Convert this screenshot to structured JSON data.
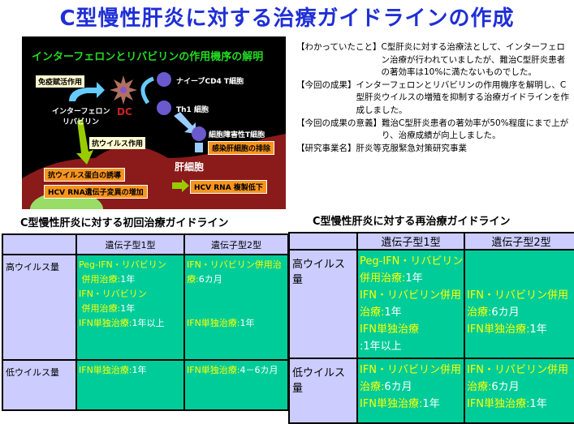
{
  "title": "C型慢性肝炎に対する治療ガイドラインの作成",
  "diagram": {
    "title": "インターフェロンとリバビリンの作用機序の解明",
    "immune": "免疫賦活作用",
    "drugs": [
      "インターフェロン",
      "リバビリン"
    ],
    "dc": "DC",
    "naive": "ナイーブCD4 T細胞",
    "th1": "Th1 細胞",
    "ctl": "細胞障害性T細胞",
    "elim": "感染肝細胞の排除",
    "antiviral": "抗ウイルス作用",
    "liver": "肝細胞",
    "protein": "抗ウイルス蛋白の誘導",
    "mutation": "HCV RNA遺伝子変異の増加",
    "decrease": "HCV RNA 複製低下",
    "colors": {
      "bg": "#000000",
      "liver": "#8b1a1a",
      "arrow": "#66ccff",
      "green_arrow": "#99cc00"
    }
  },
  "summary": [
    {
      "key": "【わかっていたこと】",
      "text": "C型肝炎に対する治療法として、インターフェロン治療が行われていましたが、難治C型肝炎患者の著効率は10%に満たないものでした。"
    },
    {
      "key": "【今回の成果】",
      "text": "インターフェロンとリバビリンの作用機序を解明し、C型肝炎ウイルスの増殖を抑制する治療ガイドラインを作成しました。"
    },
    {
      "key": "【今回の成果の意義】",
      "text": "難治C型肝炎患者の著効率が50%程度にまで上がり、治療成績が向上しました。"
    },
    {
      "key": "【研究事業名】",
      "text": "肝炎等克服緊急対策研究事業"
    }
  ],
  "initial": {
    "caption": "C型慢性肝炎に対する初回治療ガイドライン",
    "headers": [
      "遺伝子型1型",
      "遺伝子型2型"
    ],
    "rows": [
      {
        "label": "高ウイルス量",
        "cells": [
          [
            [
              [
                "Peg-IFN・リバビリン",
                ""
              ]
            ],
            [
              [
                " 併用治療:",
                "1年"
              ]
            ],
            [
              [
                "IFN・リバビリン",
                ""
              ]
            ],
            [
              [
                " 併用治療:",
                "1年"
              ]
            ],
            [
              [
                "IFN単独治療:",
                "1年以上"
              ]
            ]
          ],
          [
            [
              [
                "IFN・リバビリン併用治",
                ""
              ]
            ],
            [
              [
                "療:",
                "6カ月"
              ]
            ],
            [
              [
                "",
                ""
              ]
            ],
            [
              [
                "",
                ""
              ]
            ],
            [
              [
                "IFN単独治療:",
                "1年"
              ]
            ]
          ]
        ]
      },
      {
        "label": "低ウイルス量",
        "cells": [
          [
            [
              [
                "IFN単独治療:",
                "1年"
              ]
            ]
          ],
          [
            [
              [
                "IFN単独治療:",
                "4－6カ月"
              ]
            ]
          ]
        ]
      }
    ]
  },
  "retreat": {
    "caption": "C型慢性肝炎に対する再治療ガイドライン",
    "headers": [
      "遺伝子型1型",
      "遺伝子型2型"
    ],
    "rows": [
      {
        "label": "高ウイルス量",
        "cells": [
          [
            [
              [
                "Peg-IFN・リバビリン",
                ""
              ]
            ],
            [
              [
                "併用治療:",
                "1年"
              ]
            ],
            [
              [
                "IFN・リバビリン併用",
                ""
              ]
            ],
            [
              [
                "治療:",
                "1年"
              ]
            ],
            [
              [
                "IFN単独治療",
                ""
              ]
            ],
            [
              [
                "",
                ":1年以上"
              ]
            ]
          ],
          [
            [
              [
                "",
                ""
              ]
            ],
            [
              [
                "",
                ""
              ]
            ],
            [
              [
                "IFN・リバビリン併用",
                ""
              ]
            ],
            [
              [
                "治療:",
                "6カ月"
              ]
            ],
            [
              [
                "IFN単独治療:",
                "1年"
              ]
            ]
          ]
        ]
      },
      {
        "label": "低ウイルス量",
        "cells": [
          [
            [
              [
                "IFN・リバビリン併用",
                ""
              ]
            ],
            [
              [
                "治療:",
                "6カ月"
              ]
            ],
            [
              [
                "IFN単独治療:",
                "1年"
              ]
            ]
          ],
          [
            [
              [
                "IFN・リバビリン併用",
                ""
              ]
            ],
            [
              [
                "治療:",
                "6カ月"
              ]
            ],
            [
              [
                "IFN単独治療:",
                "1年"
              ]
            ]
          ]
        ]
      }
    ]
  }
}
